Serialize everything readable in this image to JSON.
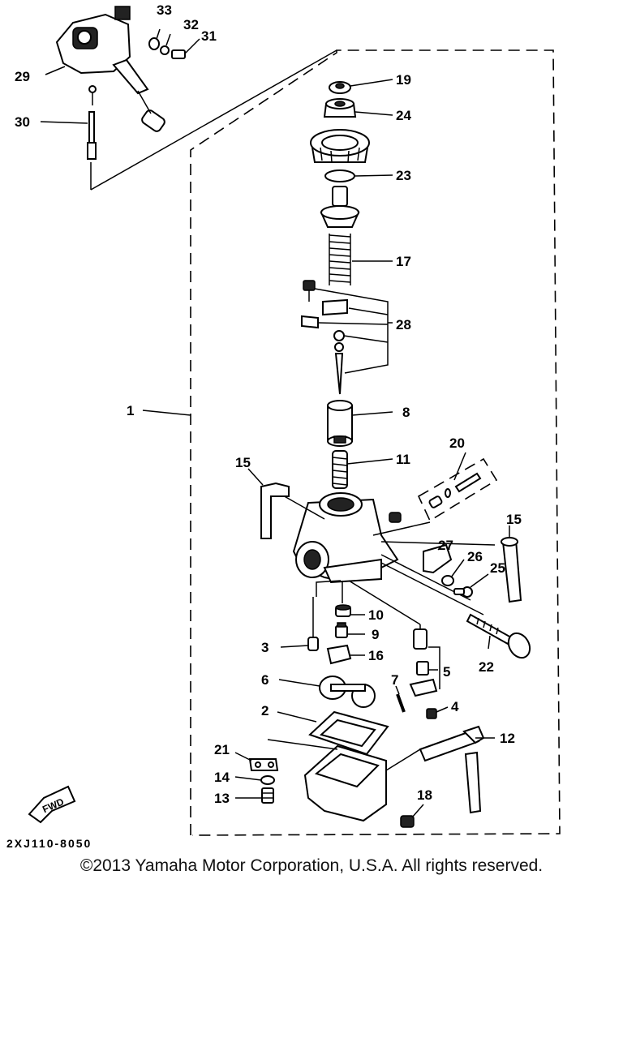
{
  "diagram": {
    "drawing_code": "2XJ110-8050",
    "copyright": "©2013 Yamaha Motor Corporation, U.S.A. All rights reserved.",
    "fwd_label": "FWD",
    "callouts": {
      "c1": "1",
      "c2": "2",
      "c3": "3",
      "c4": "4",
      "c5": "5",
      "c6": "6",
      "c7": "7",
      "c8": "8",
      "c9": "9",
      "c10": "10",
      "c11": "11",
      "c12": "12",
      "c13": "13",
      "c14": "14",
      "c15a": "15",
      "c15b": "15",
      "c16": "16",
      "c17": "17",
      "c18": "18",
      "c19": "19",
      "c20": "20",
      "c21": "21",
      "c22": "22",
      "c23": "23",
      "c24": "24",
      "c25": "25",
      "c26": "26",
      "c27": "27",
      "c28": "28",
      "c29": "29",
      "c30": "30",
      "c31": "31",
      "c32": "32",
      "c33": "33"
    }
  }
}
